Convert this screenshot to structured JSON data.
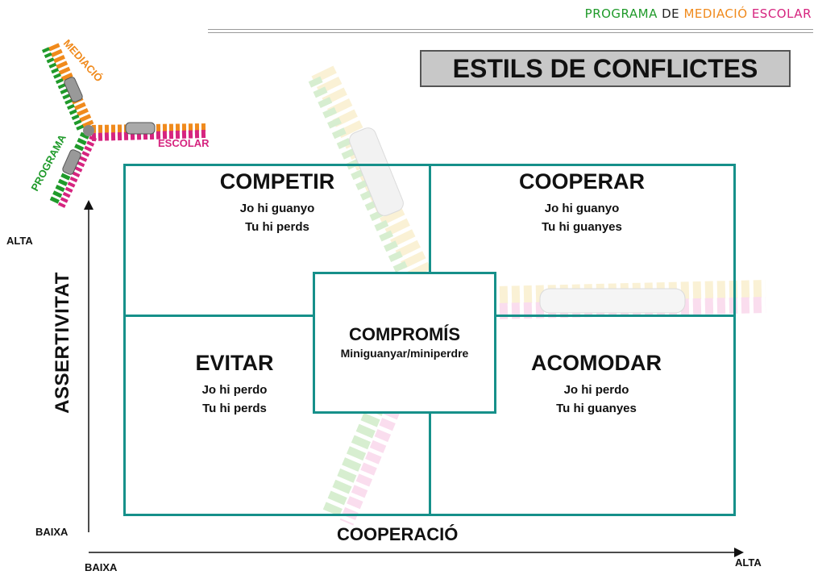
{
  "header": {
    "brand_word1": "PROGRAMA",
    "brand_word2": "DE",
    "brand_word3": "MEDIACIÓ",
    "brand_word4": "ESCOLAR",
    "brand_colors": {
      "green": "#1f9a2a",
      "orange": "#f08a1c",
      "pink": "#d6247f"
    }
  },
  "logo": {
    "arm1": "MEDIACIÓ",
    "arm2": "ESCOLAR",
    "arm3": "PROGRAMA"
  },
  "title": "ESTILS DE CONFLICTES",
  "quadrants": {
    "competir": {
      "title": "COMPETIR",
      "line1": "Jo hi guanyo",
      "line2": "Tu hi perds"
    },
    "cooperar": {
      "title": "COOPERAR",
      "line1": "Jo hi guanyo",
      "line2": "Tu hi guanyes"
    },
    "evitar": {
      "title": "EVITAR",
      "line1": "Jo hi perdo",
      "line2": "Tu hi perds"
    },
    "acomodar": {
      "title": "ACOMODAR",
      "line1": "Jo hi perdo",
      "line2": "Tu hi guanyes"
    },
    "compromis": {
      "title": "COMPROMÍS",
      "line1": "Miniguanyar/miniperdre"
    }
  },
  "axes": {
    "y_title": "ASSERTIVITAT",
    "y_high": "ALTA",
    "y_low": "BAIXA",
    "x_title": "COOPERACIÓ",
    "x_low": "BAIXA",
    "x_high": "ALTA"
  },
  "colors": {
    "grid": "#16908a",
    "title_bg": "#c8c8c8"
  }
}
